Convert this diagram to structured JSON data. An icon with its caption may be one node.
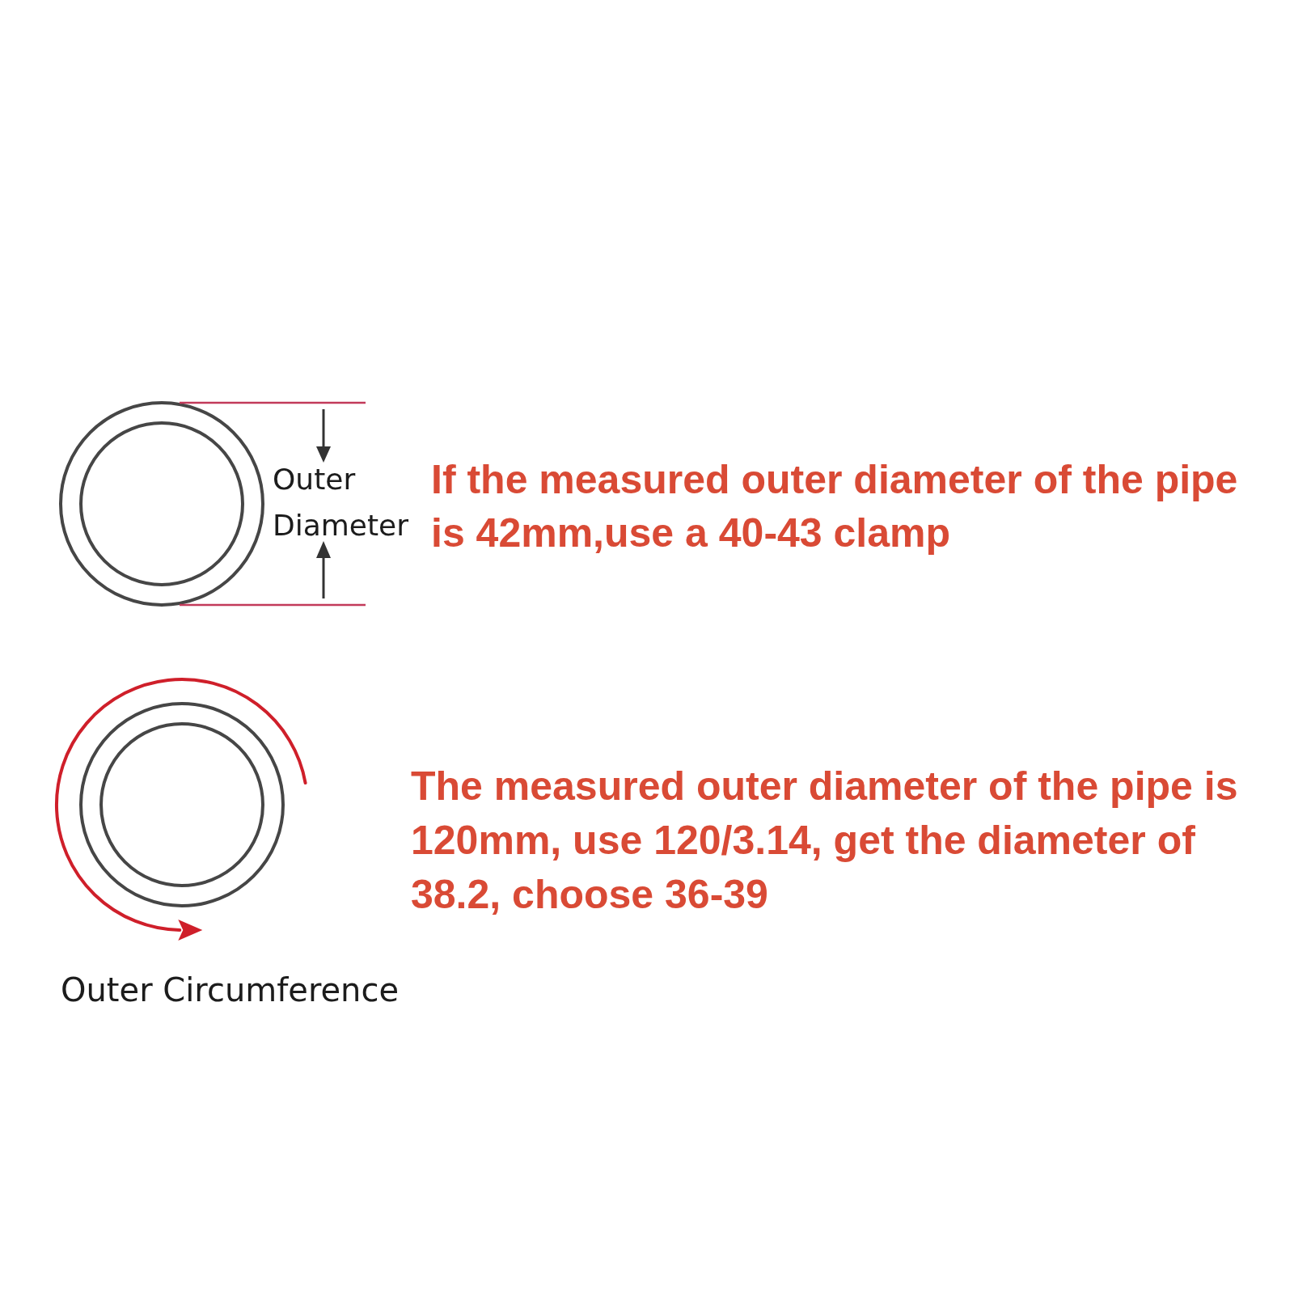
{
  "diagram": {
    "labels": [
      "Outer Diameter",
      "If the measured outer diameter of the pipe is 42mm,use a 40-43 clamp",
      "The measured outer diameter of the pipe is 120mm, use 120/3.14, get the diameter of 38.2, choose 36-39",
      "Outer Circumference"
    ]
  }
}
